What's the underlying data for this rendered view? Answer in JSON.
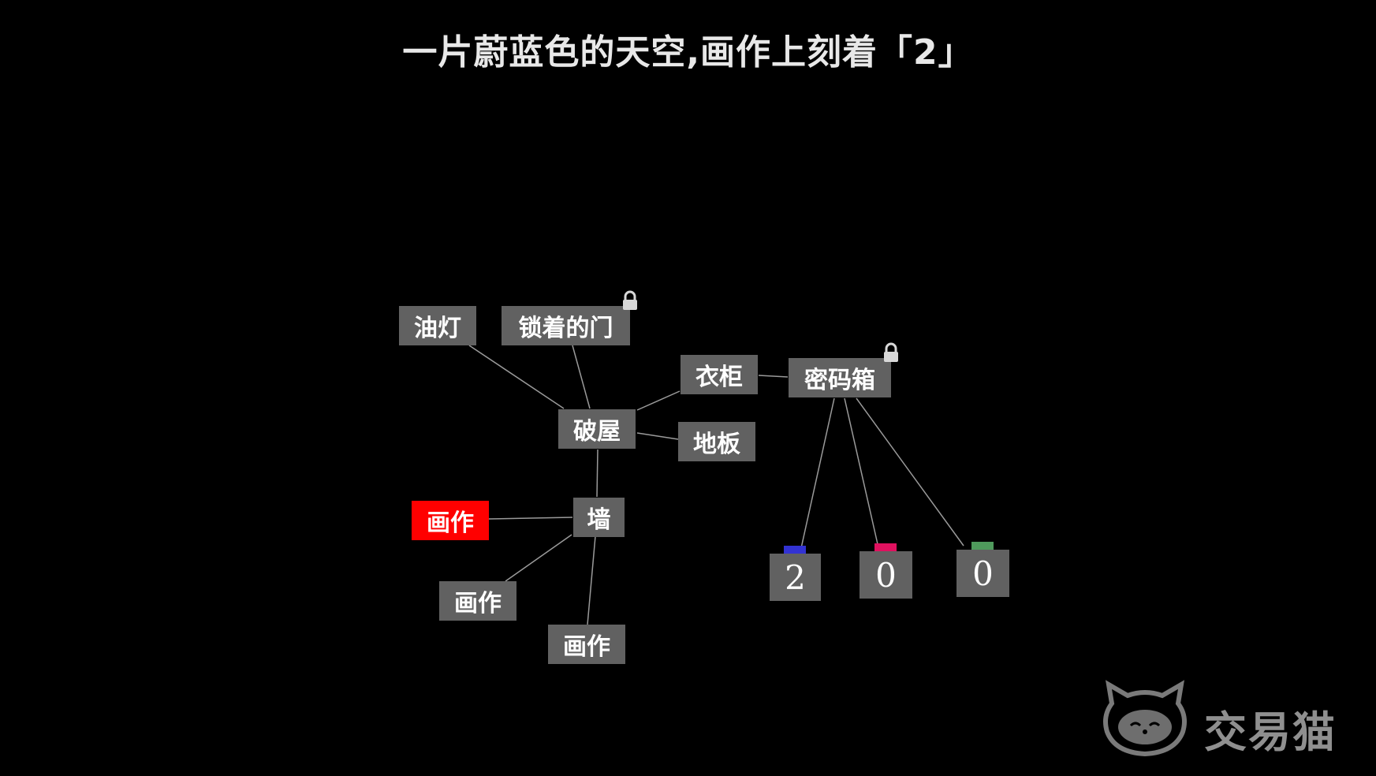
{
  "headline": "一片蔚蓝色的天空,画作上刻着「2」",
  "nodes": {
    "oil_lamp": "油灯",
    "locked_door": "锁着的门",
    "wardrobe": "衣柜",
    "code_box": "密码箱",
    "hut": "破屋",
    "floor": "地板",
    "painting_1": "画作",
    "wall": "墙",
    "painting_2": "画作",
    "painting_3": "画作"
  },
  "code_digits": [
    {
      "value": "2",
      "color": "#3232d2"
    },
    {
      "value": "0",
      "color": "#e0115f"
    },
    {
      "value": "0",
      "color": "#4f9a5c"
    }
  ],
  "selected_color": "#ff0000",
  "icons": {
    "lock": "lock-icon"
  },
  "watermark": {
    "text": "交易猫"
  }
}
